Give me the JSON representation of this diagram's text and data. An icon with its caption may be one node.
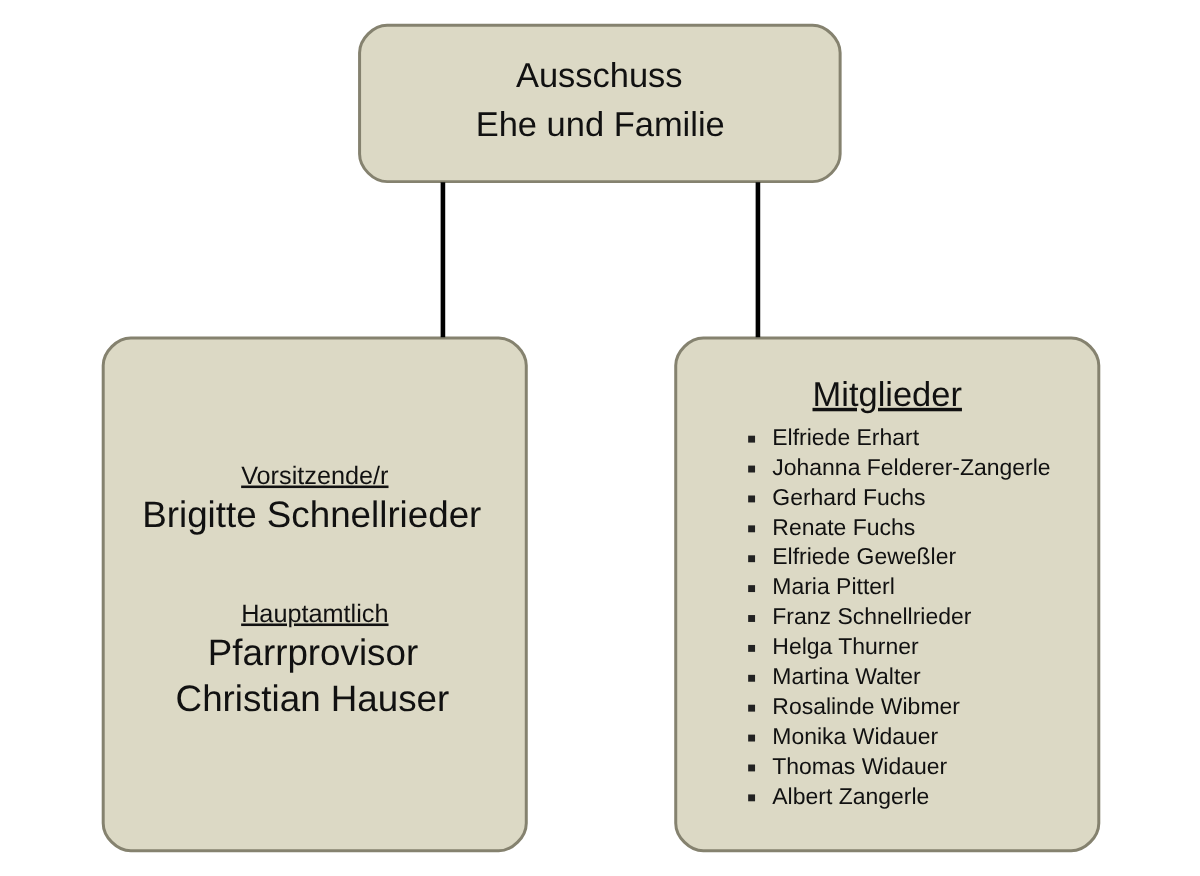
{
  "diagram": {
    "nodes": [
      {
        "text": [
          "Ausschuss Ehe und Familie"
        ]
      },
      {
        "text": [
          "Vorsitzende/r",
          "Brigitte Schnellrieder",
          "Hauptamtlich",
          "Pfarrprovisor Christian Hauser"
        ]
      },
      {
        "text": [
          "Mitglieder",
          "Elfriede Erhart",
          "Johanna Felderer-Zangerle",
          "Gerhard Fuchs",
          "Renate Fuchs",
          "Elfriede Geweßler",
          "Maria Pitterl",
          "Franz Schnellrieder",
          "Helga Thurner",
          "Martina Walter",
          "Rosalinde Wibmer",
          "Monika Widauer",
          "Thomas Widauer",
          "Albert Zangerle"
        ]
      }
    ],
    "edges": [
      {
        "from": 0,
        "to": 1,
        "arrow": "none"
      },
      {
        "from": 0,
        "to": 2,
        "arrow": "none"
      }
    ]
  }
}
